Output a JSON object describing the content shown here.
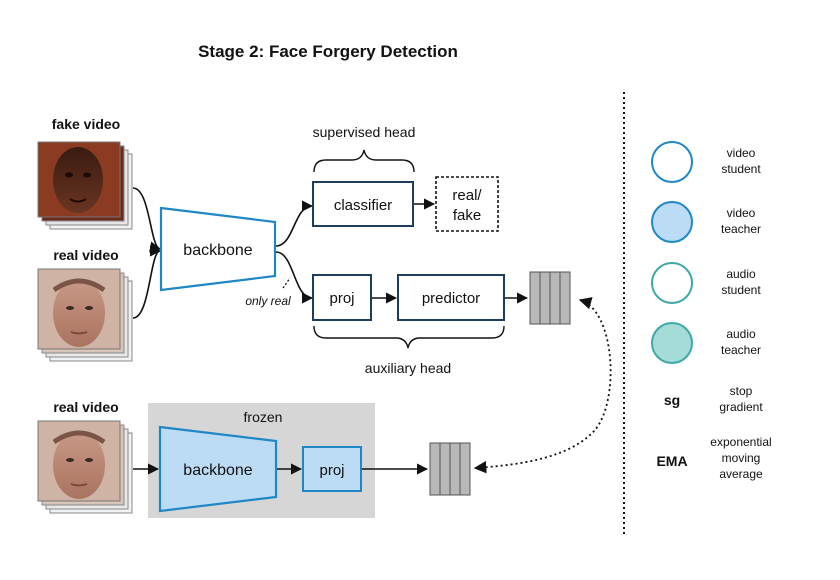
{
  "title": "Stage 2: Face Forgery Detection",
  "top": {
    "fake_video_label": "fake video",
    "real_video_label": "real video",
    "backbone_label": "backbone",
    "supervised_head_label": "supervised head",
    "classifier_label": "classifier",
    "output_line1": "real/",
    "output_line2": "fake",
    "proj_label": "proj",
    "predictor_label": "predictor",
    "only_real_label": "only real",
    "auxiliary_head_label": "auxiliary head"
  },
  "bottom": {
    "real_video_label": "real video",
    "frozen_label": "frozen",
    "backbone_label": "backbone",
    "proj_label": "proj"
  },
  "legend": {
    "video_student": [
      "video",
      "student"
    ],
    "video_teacher": [
      "video",
      "teacher"
    ],
    "audio_student": [
      "audio",
      "student"
    ],
    "audio_teacher": [
      "audio",
      "teacher"
    ],
    "sg_symbol": "sg",
    "sg_desc": [
      "stop",
      "gradient"
    ],
    "ema_symbol": "EMA",
    "ema_desc": [
      "exponential",
      "moving",
      "average"
    ]
  },
  "colors": {
    "video_student_stroke": "#1f87c6",
    "video_teacher_fill": "#bcdcf6",
    "audio_student_stroke": "#3fa8a6",
    "audio_teacher_fill": "#a4dcd9",
    "head_stroke": "#1d3d5c",
    "frozen_bg": "#d6d6d6",
    "feature_fill": "#b8b8b8"
  }
}
